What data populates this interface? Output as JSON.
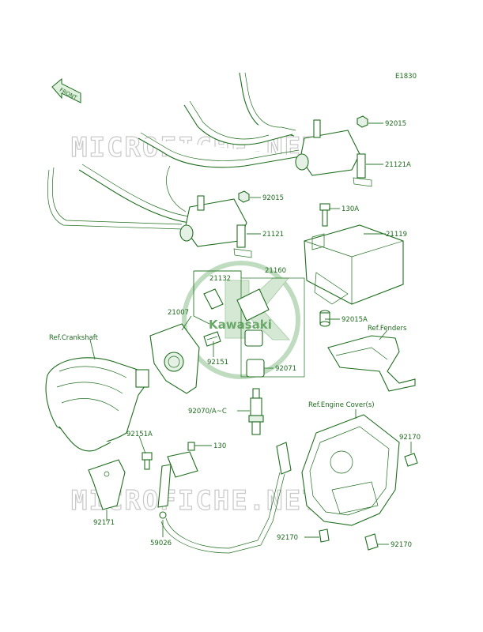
{
  "diagram_code": "E1830",
  "front_label": "FRONT",
  "watermark_text": "MICROFICHE.NET",
  "logo_text": "Kawasaki",
  "colors": {
    "line": "#1f6e1f",
    "label": "#1d6b1d",
    "watermark": "#c8c8c8"
  },
  "parts": {
    "p92015_top": "92015",
    "p21121A": "21121A",
    "p92015_mid": "92015",
    "p130A": "130A",
    "p21121": "21121",
    "p21119": "21119",
    "p21132": "21132",
    "p21160": "21160",
    "p21007": "21007",
    "p92015A": "92015A",
    "p92151": "92151",
    "p92071": "92071",
    "p92070": "92070/A~C",
    "p92151A": "92151A",
    "p130": "130",
    "p92171": "92171",
    "p59026": "59026",
    "p92170_r": "92170",
    "p92170_l": "92170",
    "p92170_b": "92170"
  },
  "refs": {
    "crankshaft": "Ref.Crankshaft",
    "fenders": "Ref.Fenders",
    "engine_cover": "Ref.Engine Cover(s)"
  }
}
